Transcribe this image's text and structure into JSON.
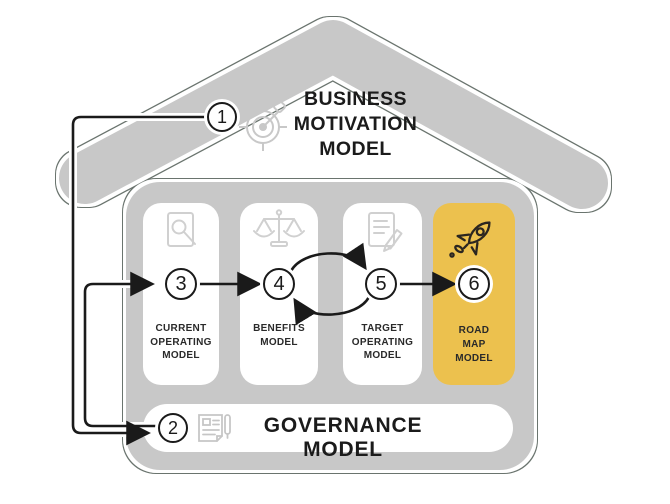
{
  "diagram": {
    "title": {
      "step": "1",
      "text": "BUSINESS\nMOTIVATION\nMODEL",
      "icon": "target-dart-icon"
    },
    "pillars": [
      {
        "step": "3",
        "label": "CURRENT\nOPERATING\nMODEL",
        "icon": "document-search-icon",
        "highlighted": false
      },
      {
        "step": "4",
        "label": "BENEFITS\nMODEL",
        "icon": "scales-icon",
        "highlighted": false
      },
      {
        "step": "5",
        "label": "TARGET\nOPERATING\nMODEL",
        "icon": "document-edit-icon",
        "highlighted": false
      },
      {
        "step": "6",
        "label": "ROAD\nMAP\nMODEL",
        "icon": "rocket-icon",
        "highlighted": true
      }
    ],
    "governance": {
      "step": "2",
      "label": "GOVERNANCE MODEL",
      "icon": "newspaper-pen-icon"
    },
    "connections": [
      {
        "from": "1",
        "to": "2"
      },
      {
        "from": "2",
        "to": "3"
      },
      {
        "from": "3",
        "to": "4"
      },
      {
        "from": "4",
        "to": "5"
      },
      {
        "from": "5",
        "to": "4"
      },
      {
        "from": "5",
        "to": "6"
      }
    ],
    "colors": {
      "highlight_yellow": "#ECC14E",
      "structure_gray": "#C8C8C8",
      "arrow_black": "#1A1A1A",
      "icon_gray": "#D0D0D0",
      "sticker_outline": "#44524A"
    }
  }
}
